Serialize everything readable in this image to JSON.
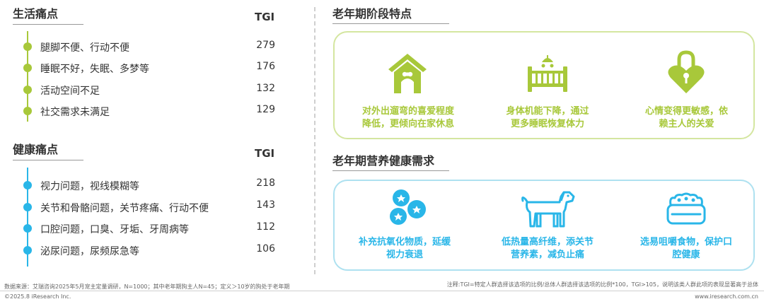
{
  "life_pain": {
    "title": "生活痛点",
    "tgi_label": "TGI",
    "items": [
      {
        "label": "腿脚不便、行动不便",
        "value": "279"
      },
      {
        "label": "睡眠不好，失眠、多梦等",
        "value": "176"
      },
      {
        "label": "活动空间不足",
        "value": "132"
      },
      {
        "label": "社交需求未满足",
        "value": "129"
      }
    ]
  },
  "health_pain": {
    "title": "健康痛点",
    "tgi_label": "TGI",
    "items": [
      {
        "label": "视力问题，视线模糊等",
        "value": "218"
      },
      {
        "label": "关节和骨骼问题，关节疼痛、行动不便",
        "value": "143"
      },
      {
        "label": "口腔问题，口臭、牙垢、牙周病等",
        "value": "112"
      },
      {
        "label": "泌尿问题，尿频尿急等",
        "value": "106"
      }
    ]
  },
  "stage": {
    "title": "老年期阶段特点",
    "cards": [
      {
        "icon": "doghouse-icon",
        "line1": "对外出遛弯的喜爱程度",
        "line2": "降低，更倾向在家休息"
      },
      {
        "icon": "crib-icon",
        "line1": "身体机能下降，通过",
        "line2": "更多睡眠恢复体力"
      },
      {
        "icon": "heart-lock-icon",
        "line1": "心情变得更敏感，依",
        "line2": "赖主人的关爱"
      }
    ]
  },
  "nutrition": {
    "title": "老年期营养健康需求",
    "cards": [
      {
        "icon": "blueberry-icon",
        "line1": "补充抗氧化物质，延缓",
        "line2": "视力衰退"
      },
      {
        "icon": "dog-icon",
        "line1": "低热量高纤维，添关节",
        "line2": "营养素，减负止痛"
      },
      {
        "icon": "food-bowl-icon",
        "line1": "选易咀嚼食物，保护口",
        "line2": "腔健康"
      }
    ]
  },
  "footer": {
    "source": "数据来源：艾瑞咨询2025年5月宠主定量调研，N=1000；其中老年期狗主人N=45；定义＞10岁的狗处于老年期",
    "note": "注释:TGI=特定人群选择该选项的比例/总体人群选择该选项的比例*100，TGI>105，说明该类人群此项的表现显著高于总体",
    "copyright": "©2025.8 iResearch Inc.",
    "website": "www.iresearch.com.cn"
  },
  "colors": {
    "lime": "#a8c83a",
    "cyan": "#29b6e8",
    "stage_border": "#d4e6a0",
    "nutrition_border": "#aee1f0"
  }
}
